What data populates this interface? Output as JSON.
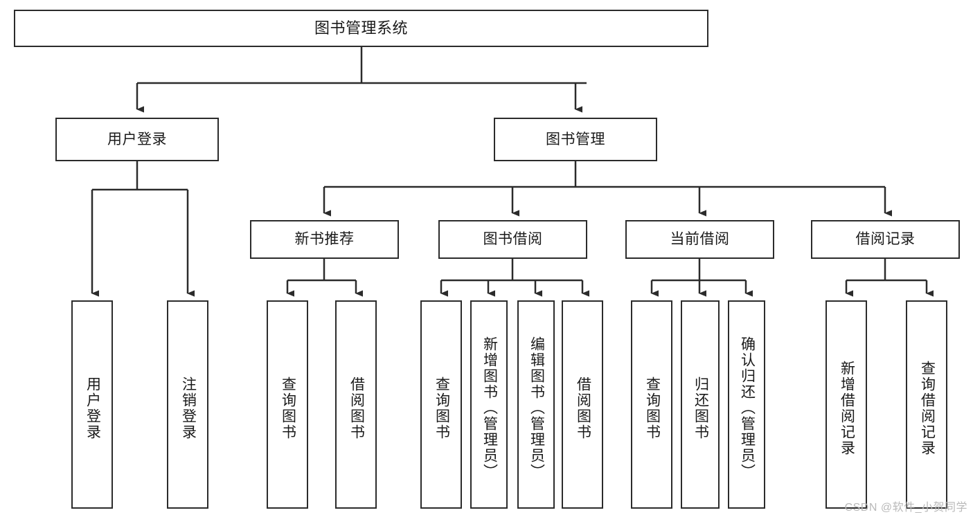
{
  "diagram": {
    "title": "图书管理系统",
    "type": "function-tree",
    "watermark": "CSDN @软件_小贺同学",
    "colors": {
      "box_border": "#2b2b2b",
      "box_fill": "#ffffff",
      "edge": "#2b2b2b",
      "text": "#1a1a1a",
      "watermark": "#b9b9b9",
      "background": "#ffffff"
    },
    "root": {
      "label": "图书管理系统"
    },
    "level2": [
      {
        "label": "用户登录"
      },
      {
        "label": "图书管理"
      }
    ],
    "level3": [
      {
        "label": "新书推荐"
      },
      {
        "label": "图书借阅"
      },
      {
        "label": "当前借阅"
      },
      {
        "label": "借阅记录"
      }
    ],
    "leaves": {
      "user_login": [
        {
          "label": "用户登录"
        },
        {
          "label": "注销登录"
        }
      ],
      "new_book_recommend": [
        {
          "label": "查询图书"
        },
        {
          "label": "借阅图书"
        }
      ],
      "book_borrow": [
        {
          "label": "查询图书"
        },
        {
          "label": "新增图书（管理员）"
        },
        {
          "label": "编辑图书（管理员）"
        },
        {
          "label": "借阅图书"
        }
      ],
      "current_borrow": [
        {
          "label": "查询图书"
        },
        {
          "label": "归还图书"
        },
        {
          "label": "确认归还（管理员）"
        }
      ],
      "borrow_record": [
        {
          "label": "新增借阅记录"
        },
        {
          "label": "查询借阅记录"
        }
      ]
    }
  }
}
